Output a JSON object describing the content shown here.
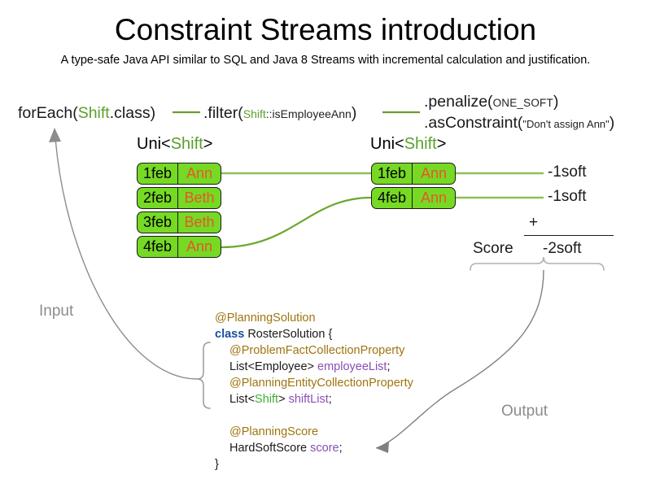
{
  "header": {
    "title": "Constraint Streams introduction",
    "subtitle": "A type-safe Java API similar to SQL and Java 8 Streams with incremental calculation and justification."
  },
  "pipeline": {
    "for_each": {
      "method": "forEach(",
      "type": "Shift",
      "tail": ".class)"
    },
    "filter": {
      "method": ".filter(",
      "arg_type": "Shift",
      "arg_rest": "::isEmployeeAnn",
      "tail": ")"
    },
    "penalize": {
      "method": ".penalize(",
      "arg": "ONE_SOFT",
      "tail": ")"
    },
    "as_constraint": {
      "method": ".asConstraint(",
      "arg": "\"Don't assign Ann\"",
      "tail": ")"
    }
  },
  "streams": {
    "left": {
      "label_prefix": "Uni<",
      "label_type": "Shift",
      "label_suffix": ">",
      "cards": [
        {
          "date": "1feb",
          "employee": "Ann"
        },
        {
          "date": "2feb",
          "employee": "Beth"
        },
        {
          "date": "3feb",
          "employee": "Beth"
        },
        {
          "date": "4feb",
          "employee": "Ann"
        }
      ]
    },
    "right": {
      "label_prefix": "Uni<",
      "label_type": "Shift",
      "label_suffix": ">",
      "cards": [
        {
          "date": "1feb",
          "employee": "Ann"
        },
        {
          "date": "4feb",
          "employee": "Ann"
        }
      ]
    }
  },
  "score": {
    "impacts": [
      "-1soft",
      "-1soft"
    ],
    "operator": "+",
    "label": "Score",
    "total": "-2soft"
  },
  "flow": {
    "input_label": "Input",
    "output_label": "Output"
  },
  "code": {
    "lines": [
      {
        "indent": 0,
        "parts": [
          {
            "t": "@PlanningSolution",
            "c": "c-ann"
          }
        ]
      },
      {
        "indent": 0,
        "parts": [
          {
            "t": "class",
            "c": "c-kw"
          },
          {
            "t": " RosterSolution {",
            "c": "c-txt"
          }
        ]
      },
      {
        "indent": 1,
        "parts": [
          {
            "t": "@ProblemFactCollectionProperty",
            "c": "c-ann"
          }
        ]
      },
      {
        "indent": 1,
        "parts": [
          {
            "t": "List<Employee> ",
            "c": "c-txt"
          },
          {
            "t": "employeeList",
            "c": "c-fld"
          },
          {
            "t": ";",
            "c": "c-txt"
          }
        ]
      },
      {
        "indent": 1,
        "parts": [
          {
            "t": "@PlanningEntityCollectionProperty",
            "c": "c-ann"
          }
        ]
      },
      {
        "indent": 1,
        "parts": [
          {
            "t": "List<",
            "c": "c-txt"
          },
          {
            "t": "Shift",
            "c": "c-grn"
          },
          {
            "t": "> ",
            "c": "c-txt"
          },
          {
            "t": "shiftList",
            "c": "c-fld"
          },
          {
            "t": ";",
            "c": "c-txt"
          }
        ]
      },
      {
        "indent": 0,
        "parts": [
          {
            "t": " ",
            "c": "c-txt"
          }
        ]
      },
      {
        "indent": 1,
        "parts": [
          {
            "t": "@PlanningScore",
            "c": "c-ann"
          }
        ]
      },
      {
        "indent": 1,
        "parts": [
          {
            "t": "HardSoftScore ",
            "c": "c-txt"
          },
          {
            "t": "score",
            "c": "c-fld"
          },
          {
            "t": ";",
            "c": "c-txt"
          }
        ]
      },
      {
        "indent": 0,
        "parts": [
          {
            "t": "}",
            "c": "c-txt"
          }
        ]
      }
    ]
  },
  "colors": {
    "card_fill": "#76d924",
    "card_border": "#1a1a1a",
    "employee_text": "#e8562a",
    "type_green": "#5aa02c",
    "stream_line": "#8cc152",
    "flow_gray": "#8c8c8c",
    "annotation": "#a07410",
    "keyword": "#1a4fa0",
    "field": "#8a4fb5"
  }
}
